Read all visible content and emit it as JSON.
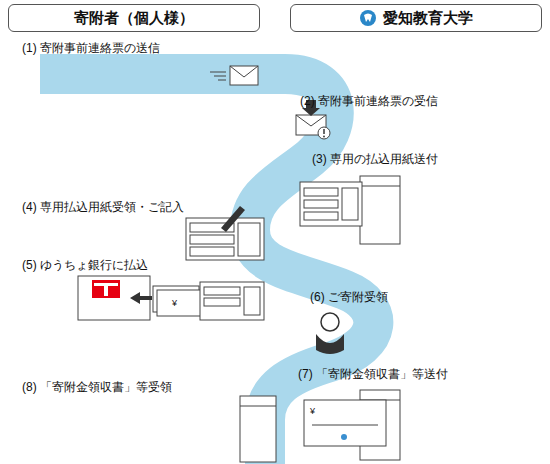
{
  "diagram": {
    "nodes": [
      {
        "text": [
          "寄附者（個人様）"
        ]
      },
      {
        "text": [
          "愛知教育大学"
        ]
      }
    ],
    "labels": [
      "(1) 寄附事前連絡票の送信",
      "(2) 寄附事前連絡票の受信",
      "(3) 専用の払込用紙送付",
      "(4) 専用払込用紙受領・ご記入",
      "(5) ゆうちょ銀行に払込",
      "(6) ご寄附受領",
      "(7) 「寄附金領収書」等送付",
      "(8) 「寄附金領収書」等受領",
      "¥",
      "¥"
    ]
  }
}
